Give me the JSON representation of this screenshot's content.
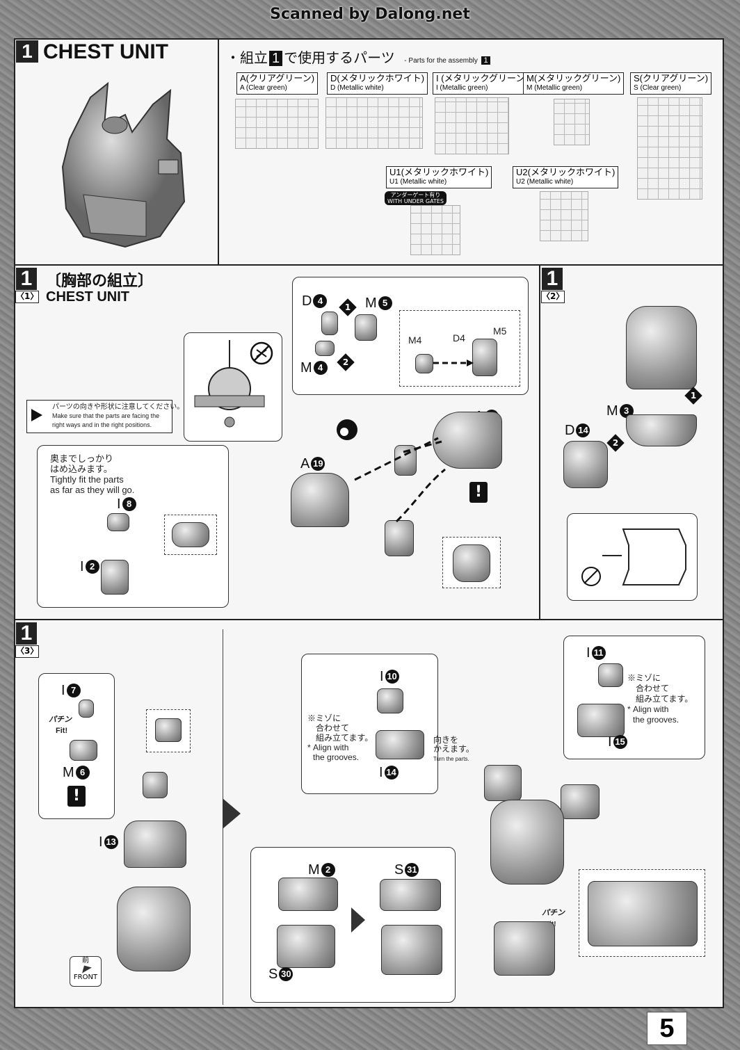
{
  "scan_credit": "Scanned by Dalong.net",
  "page_number": "5",
  "section1": {
    "step_number": "1",
    "title": "CHEST UNIT",
    "parts_heading_jp": "・組立",
    "parts_heading_num": "1",
    "parts_heading_jp2": "で使用するパーツ",
    "parts_heading_en": "- Parts for the assembly",
    "parts_heading_en_num": "1",
    "runners": [
      {
        "jp": "A(クリアグリーン)",
        "en": "A (Clear green)"
      },
      {
        "jp": "D(メタリックホワイト)",
        "en": "D (Metallic white)"
      },
      {
        "jp": "I (メタリックグリーン)",
        "en": "I (Metallic green)"
      },
      {
        "jp": "M(メタリックグリーン)",
        "en": "M (Metallic green)"
      },
      {
        "jp": "S(クリアグリーン)",
        "en": "S (Clear green)"
      },
      {
        "jp": "U1(メタリックホワイト)",
        "en": "U1 (Metallic white)"
      },
      {
        "jp": "U2(メタリックホワイト)",
        "en": "U2 (Metallic white)"
      }
    ],
    "under_gate_jp": "アンダーゲート有り",
    "under_gate_en": "WITH UNDER GATES"
  },
  "step1_1": {
    "step": "1",
    "sub": "〈1〉",
    "title_jp": "〔胸部の組立〕",
    "title_en": "CHEST UNIT",
    "note_jp": "パーツの向きや形状に注意してください。",
    "note_en1": "Make sure that the parts are facing the",
    "note_en2": "right ways and in the right positions.",
    "fit_jp1": "奥までしっかり",
    "fit_jp2": "はめ込みます。",
    "fit_en1": "Tightly fit the parts",
    "fit_en2": "as far as they will go.",
    "labels": {
      "D4": "D",
      "D4n": "4",
      "M5": "M",
      "M5n": "5",
      "M4": "M",
      "M4n": "4",
      "A13": "A",
      "A13n": "13",
      "A19": "A",
      "A19n": "19",
      "I8": "I",
      "I8n": "8",
      "I2": "I",
      "I2n": "2",
      "d1": "1",
      "d2": "2",
      "inset_M4": "M4",
      "inset_D4": "D4",
      "inset_M5": "M5"
    }
  },
  "step1_2": {
    "step": "1",
    "sub": "〈2〉",
    "labels": {
      "M3": "M",
      "M3n": "3",
      "D14": "D",
      "D14n": "14",
      "d1": "1",
      "d2": "2"
    }
  },
  "step1_3": {
    "step": "1",
    "sub": "〈3〉",
    "labels": {
      "I7": "I",
      "I7n": "7",
      "fit": "Fit!",
      "pachi": "パチン",
      "M6": "M",
      "M6n": "6",
      "I13": "I",
      "I13n": "13",
      "I10": "I",
      "I10n": "10",
      "I14": "I",
      "I14n": "14",
      "I11": "I",
      "I11n": "11",
      "I15": "I",
      "I15n": "15",
      "M2": "M",
      "M2n": "2",
      "S31": "S",
      "S31n": "31",
      "S30": "S",
      "S30n": "30",
      "front_jp": "前",
      "front_en": "FRONT"
    },
    "groove_jp1": "※ミゾに",
    "groove_jp2": "合わせて",
    "groove_jp3": "組み立てます。",
    "groove_en1": "* Align with",
    "groove_en2": "the grooves.",
    "turn_jp1": "向きを",
    "turn_jp2": "かえます。",
    "turn_en": "Turn the parts."
  }
}
